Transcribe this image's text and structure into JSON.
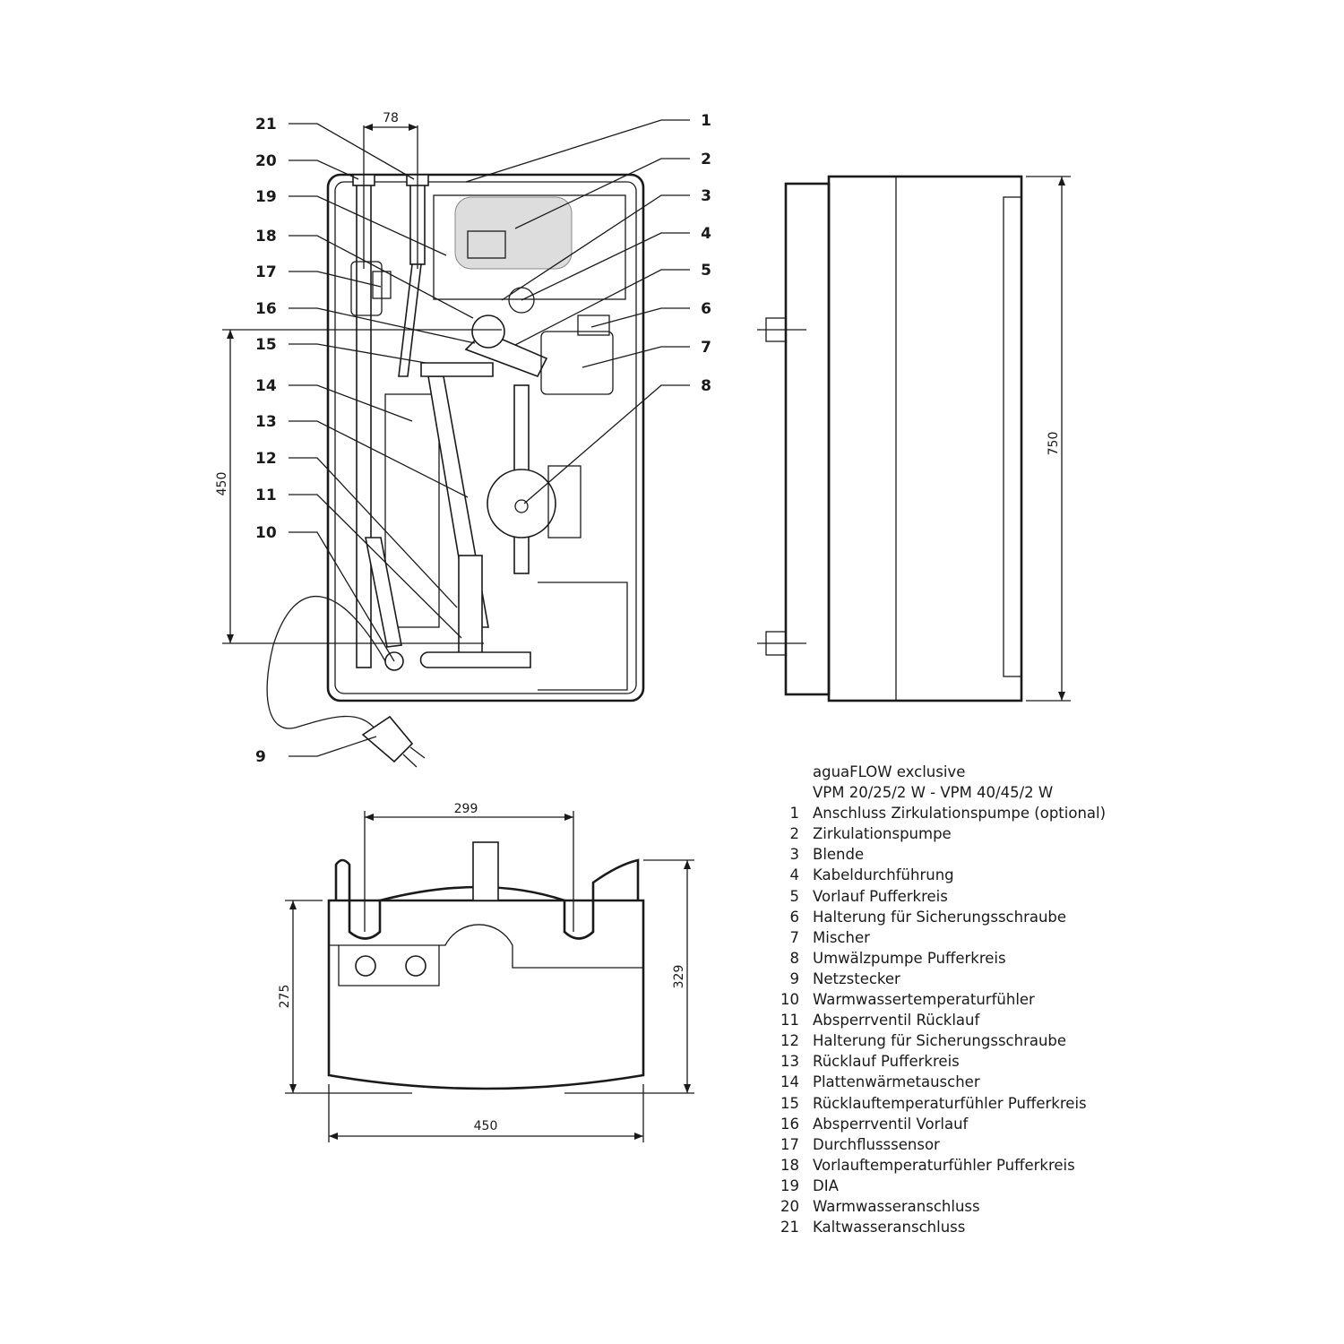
{
  "title": {
    "line1": "aguaFLOW exclusive",
    "line2": "VPM 20/25/2 W - VPM 40/45/2 W"
  },
  "legend": [
    {
      "num": "1",
      "label": "Anschluss Zirkulationspumpe (optional)"
    },
    {
      "num": "2",
      "label": "Zirkulationspumpe"
    },
    {
      "num": "3",
      "label": "Blende"
    },
    {
      "num": "4",
      "label": "Kabeldurchführung"
    },
    {
      "num": "5",
      "label": "Vorlauf Pufferkreis"
    },
    {
      "num": "6",
      "label": "Halterung für Sicherungsschraube"
    },
    {
      "num": "7",
      "label": "Mischer"
    },
    {
      "num": "8",
      "label": "Umwälzpumpe Pufferkreis"
    },
    {
      "num": "9",
      "label": "Netzstecker"
    },
    {
      "num": "10",
      "label": "Warmwassertemperaturfühler"
    },
    {
      "num": "11",
      "label": "Absperrventil Rücklauf"
    },
    {
      "num": "12",
      "label": "Halterung für Sicherungsschraube"
    },
    {
      "num": "13",
      "label": "Rücklauf Pufferkreis"
    },
    {
      "num": "14",
      "label": "Plattenwärmetauscher"
    },
    {
      "num": "15",
      "label": "Rücklauftemperaturfühler Pufferkreis"
    },
    {
      "num": "16",
      "label": "Absperrventil Vorlauf"
    },
    {
      "num": "17",
      "label": "Durchflusssensor"
    },
    {
      "num": "18",
      "label": "Vorlauftemperaturfühler Pufferkreis"
    },
    {
      "num": "19",
      "label": "DIA"
    },
    {
      "num": "20",
      "label": "Warmwasseranschluss"
    },
    {
      "num": "21",
      "label": "Kaltwasseranschluss"
    }
  ],
  "dimensions": {
    "connection_spacing": "78",
    "mount_height": "450",
    "total_height": "750",
    "top_spacing": "299",
    "depth_inner": "275",
    "depth_total": "329",
    "width": "450"
  }
}
